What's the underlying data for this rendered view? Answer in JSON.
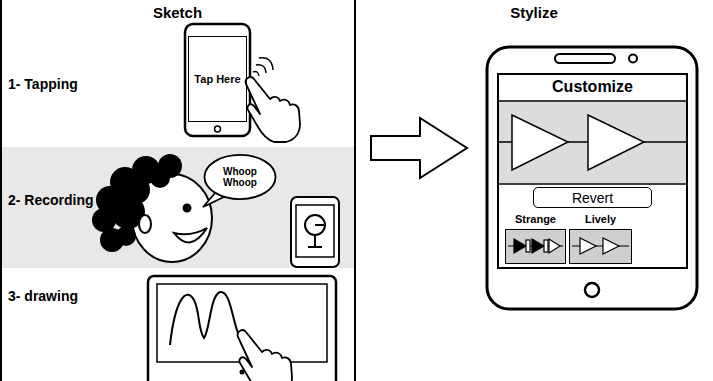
{
  "diagram": {
    "nodes": [
      {
        "text": [
          "Sketch"
        ]
      },
      {
        "text": [
          "Tap Here"
        ],
        "in": 0
      },
      {
        "text": [
          "2- Recording"
        ],
        "in": 0
      },
      {
        "text": [
          "Whoop Whoop"
        ],
        "in": 2
      },
      {
        "text": [
          "Stylize"
        ]
      },
      {
        "text": [
          "Customize"
        ],
        "in": 4
      },
      {
        "text": [
          "Revert"
        ],
        "in": 5
      },
      {
        "text": [
          "Strange"
        ],
        "in": 5
      },
      {
        "text": [
          "Lively"
        ],
        "in": 5
      }
    ],
    "edges": [
      {
        "from": 0,
        "to": 5,
        "arrow": "to"
      }
    ],
    "labels": [
      "1- Tapping",
      "3- drawing"
    ]
  }
}
